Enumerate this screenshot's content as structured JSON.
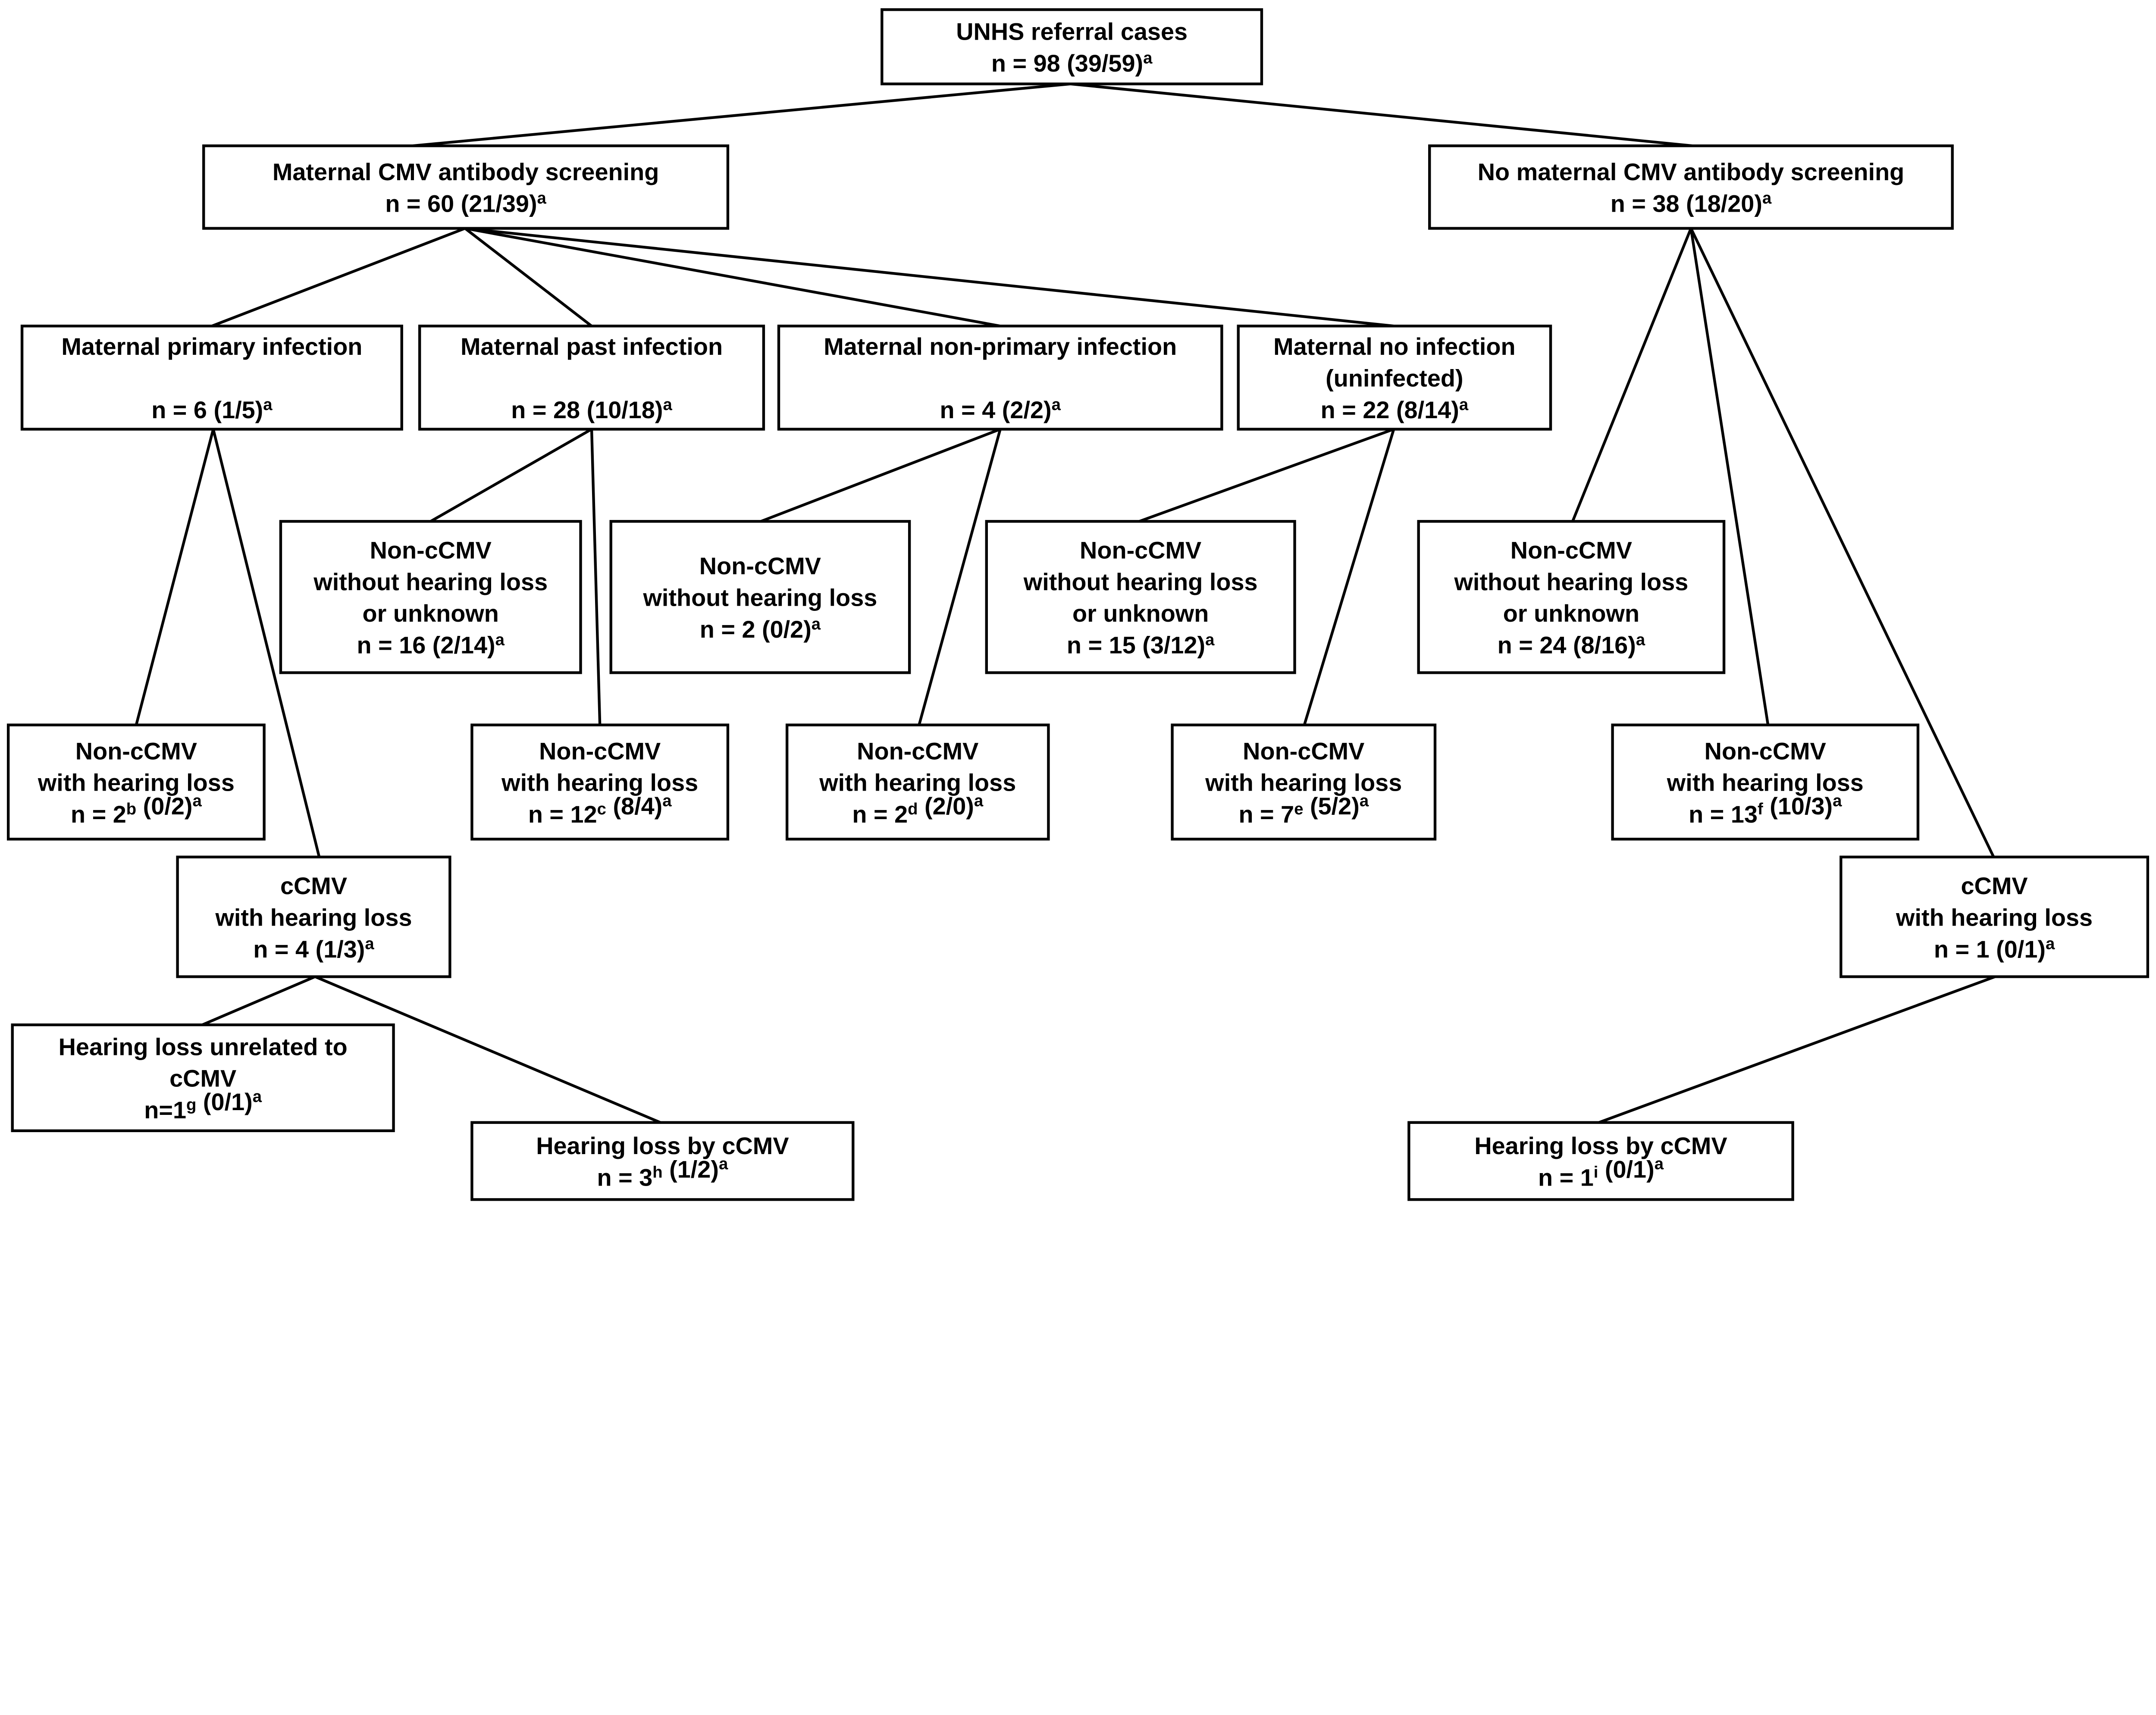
{
  "boxes": [
    {
      "id": "root",
      "lines": [
        [
          {
            "t": "UNHS referral cases"
          }
        ],
        [
          {
            "t": "n = 98 (39/59)"
          },
          {
            "s": "a"
          }
        ]
      ]
    },
    {
      "id": "screening",
      "lines": [
        [
          {
            "t": "Maternal CMV antibody screening"
          }
        ],
        [
          {
            "t": "n = 60 (21/39)"
          },
          {
            "s": "a"
          }
        ]
      ]
    },
    {
      "id": "no-screening",
      "lines": [
        [
          {
            "t": "No maternal CMV antibody screening"
          }
        ],
        [
          {
            "t": "n = 38 (18/20)"
          },
          {
            "s": "a"
          }
        ]
      ]
    },
    {
      "id": "primary",
      "lines": [
        [
          {
            "t": "Maternal primary infection"
          }
        ],
        [],
        [
          {
            "t": "n = 6 (1/5)"
          },
          {
            "s": "a"
          }
        ]
      ]
    },
    {
      "id": "past",
      "lines": [
        [
          {
            "t": "Maternal past infection"
          }
        ],
        [],
        [
          {
            "t": "n = 28 (10/18)"
          },
          {
            "s": "a"
          }
        ]
      ]
    },
    {
      "id": "non-primary",
      "lines": [
        [
          {
            "t": "Maternal non-primary infection"
          }
        ],
        [],
        [
          {
            "t": "n = 4 (2/2)"
          },
          {
            "s": "a"
          }
        ]
      ]
    },
    {
      "id": "no-infection",
      "lines": [
        [
          {
            "t": "Maternal no infection"
          }
        ],
        [
          {
            "t": "(uninfected)"
          }
        ],
        [
          {
            "t": "n = 22 (8/14)"
          },
          {
            "s": "a"
          }
        ]
      ]
    },
    {
      "id": "past-without-hl",
      "lines": [
        [
          {
            "t": "Non-cCMV"
          }
        ],
        [
          {
            "t": "without hearing loss"
          }
        ],
        [
          {
            "t": "or unknown"
          }
        ],
        [
          {
            "t": "n = 16 (2/14)"
          },
          {
            "s": "a"
          }
        ]
      ]
    },
    {
      "id": "nonprimary-without-hl",
      "lines": [
        [
          {
            "t": "Non-cCMV"
          }
        ],
        [
          {
            "t": "without hearing loss"
          }
        ],
        [
          {
            "t": "n = 2 (0/2)"
          },
          {
            "s": "a"
          }
        ]
      ]
    },
    {
      "id": "noinf-without-hl",
      "lines": [
        [
          {
            "t": "Non-cCMV"
          }
        ],
        [
          {
            "t": "without hearing loss"
          }
        ],
        [
          {
            "t": "or unknown"
          }
        ],
        [
          {
            "t": "n = 15 (3/12)"
          },
          {
            "s": "a"
          }
        ]
      ]
    },
    {
      "id": "noscreen-without-hl",
      "lines": [
        [
          {
            "t": "Non-cCMV"
          }
        ],
        [
          {
            "t": "without hearing loss"
          }
        ],
        [
          {
            "t": "or unknown"
          }
        ],
        [
          {
            "t": "n = 24 (8/16)"
          },
          {
            "s": "a"
          }
        ]
      ]
    },
    {
      "id": "primary-noncmv-hl",
      "lines": [
        [
          {
            "t": "Non-cCMV"
          }
        ],
        [
          {
            "t": "with hearing loss"
          }
        ],
        [
          {
            "t": "n = 2"
          },
          {
            "s": "b"
          },
          {
            "t": " (0/2)"
          },
          {
            "s": "a"
          }
        ]
      ]
    },
    {
      "id": "past-hl",
      "lines": [
        [
          {
            "t": "Non-cCMV"
          }
        ],
        [
          {
            "t": "with hearing loss"
          }
        ],
        [
          {
            "t": "n = 12"
          },
          {
            "s": "c"
          },
          {
            "t": " (8/4)"
          },
          {
            "s": "a"
          }
        ]
      ]
    },
    {
      "id": "nonprimary-hl",
      "lines": [
        [
          {
            "t": "Non-cCMV"
          }
        ],
        [
          {
            "t": "with hearing loss"
          }
        ],
        [
          {
            "t": "n = 2"
          },
          {
            "s": "d"
          },
          {
            "t": " (2/0)"
          },
          {
            "s": "a"
          }
        ]
      ]
    },
    {
      "id": "noinf-hl",
      "lines": [
        [
          {
            "t": "Non-cCMV"
          }
        ],
        [
          {
            "t": "with hearing loss"
          }
        ],
        [
          {
            "t": "n = 7"
          },
          {
            "s": "e"
          },
          {
            "t": " (5/2)"
          },
          {
            "s": "a"
          }
        ]
      ]
    },
    {
      "id": "noscreen-hl",
      "lines": [
        [
          {
            "t": "Non-cCMV"
          }
        ],
        [
          {
            "t": "with hearing loss"
          }
        ],
        [
          {
            "t": "n = 13"
          },
          {
            "s": "f"
          },
          {
            "t": " (10/3)"
          },
          {
            "s": "a"
          }
        ]
      ]
    },
    {
      "id": "primary-ccmv",
      "lines": [
        [
          {
            "t": "cCMV"
          }
        ],
        [
          {
            "t": "with hearing loss"
          }
        ],
        [
          {
            "t": "n = 4 (1/3)"
          },
          {
            "s": "a"
          }
        ]
      ]
    },
    {
      "id": "noscreen-ccmv",
      "lines": [
        [
          {
            "t": "cCMV"
          }
        ],
        [
          {
            "t": "with hearing loss"
          }
        ],
        [
          {
            "t": "n = 1 (0/1)"
          },
          {
            "s": "a"
          }
        ]
      ]
    },
    {
      "id": "unrelated",
      "lines": [
        [
          {
            "t": "Hearing loss unrelated to"
          }
        ],
        [
          {
            "t": "cCMV"
          }
        ],
        [
          {
            "t": "n=1"
          },
          {
            "s": "g"
          },
          {
            "t": " (0/1)"
          },
          {
            "s": "a"
          }
        ]
      ]
    },
    {
      "id": "hl-by-ccmv-left",
      "lines": [
        [
          {
            "t": "Hearing loss by cCMV"
          }
        ],
        [
          {
            "t": "n = 3"
          },
          {
            "s": "h"
          },
          {
            "t": " (1/2)"
          },
          {
            "s": "a"
          }
        ]
      ]
    },
    {
      "id": "hl-by-ccmv-right",
      "lines": [
        [
          {
            "t": "Hearing loss by cCMV"
          }
        ],
        [
          {
            "t": "n = 1"
          },
          {
            "s": "i"
          },
          {
            "t": " (0/1)"
          },
          {
            "s": "a"
          }
        ]
      ]
    }
  ]
}
